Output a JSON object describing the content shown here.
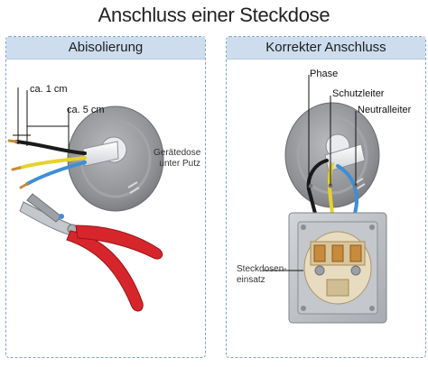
{
  "title": "Anschluss einer Steckdose",
  "left_panel": {
    "heading": "Abisolierung",
    "labels": {
      "ca_1cm": "ca. 1 cm",
      "ca_5cm": "ca. 5 cm",
      "geraetedose_line1": "Gerätedose",
      "geraetedose_line2": "unter Putz"
    }
  },
  "right_panel": {
    "heading": "Korrekter Anschluss",
    "labels": {
      "phase": "Phase",
      "schutzleiter": "Schutzleiter",
      "neutralleiter": "Neutralleiter",
      "einsatz_line1": "Steckdosen-",
      "einsatz_line2": "einsatz"
    }
  },
  "colors": {
    "wire_black": "#1a1a1a",
    "wire_blue": "#3d8fd4",
    "wire_yellow": "#e6d22a",
    "plier_handle": "#d6262b",
    "box_gray": "#8d8f93",
    "socket_insert": "#e8dcc0",
    "copper": "#c88a3c"
  }
}
